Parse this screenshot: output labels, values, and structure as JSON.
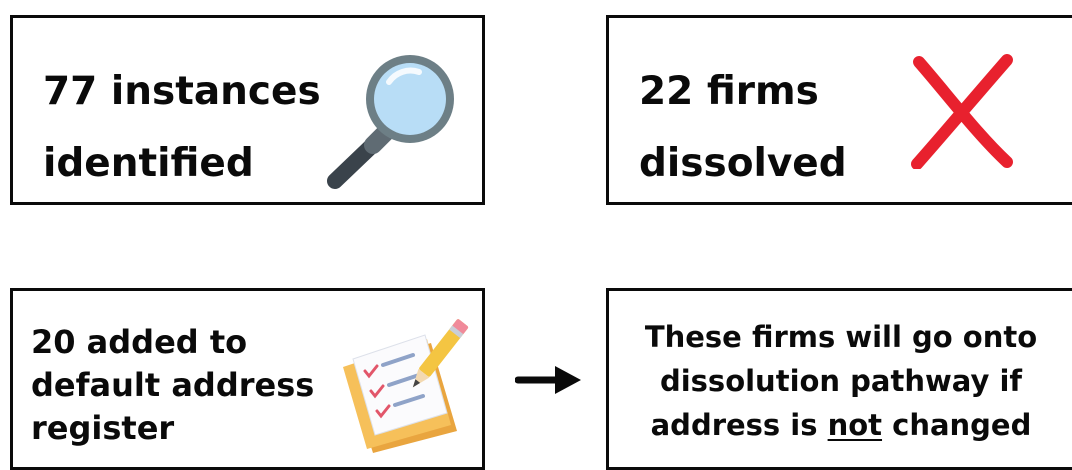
{
  "boxes": [
    {
      "lines": [
        "77 instances",
        "identified"
      ],
      "icon": "magnifying-glass-icon"
    },
    {
      "lines": [
        "22 firms",
        "dissolved"
      ],
      "icon": "red-cross-icon"
    },
    {
      "lines": [
        "20 added to",
        "default address",
        "register"
      ],
      "icon": "checklist-clipboard-icon"
    },
    {
      "lines": [
        "These firms will go onto",
        "dissolution pathway if"
      ],
      "last_line": {
        "before": "address is ",
        "underlined": "not",
        "after": " changed"
      }
    }
  ],
  "connector": {
    "icon": "right-arrow-icon"
  },
  "colors": {
    "border": "#0a0a0a",
    "cross": "#e8212e",
    "lens": "#b8ddf6",
    "lens_rim": "#6d7f86",
    "handle": "#3a434b"
  }
}
